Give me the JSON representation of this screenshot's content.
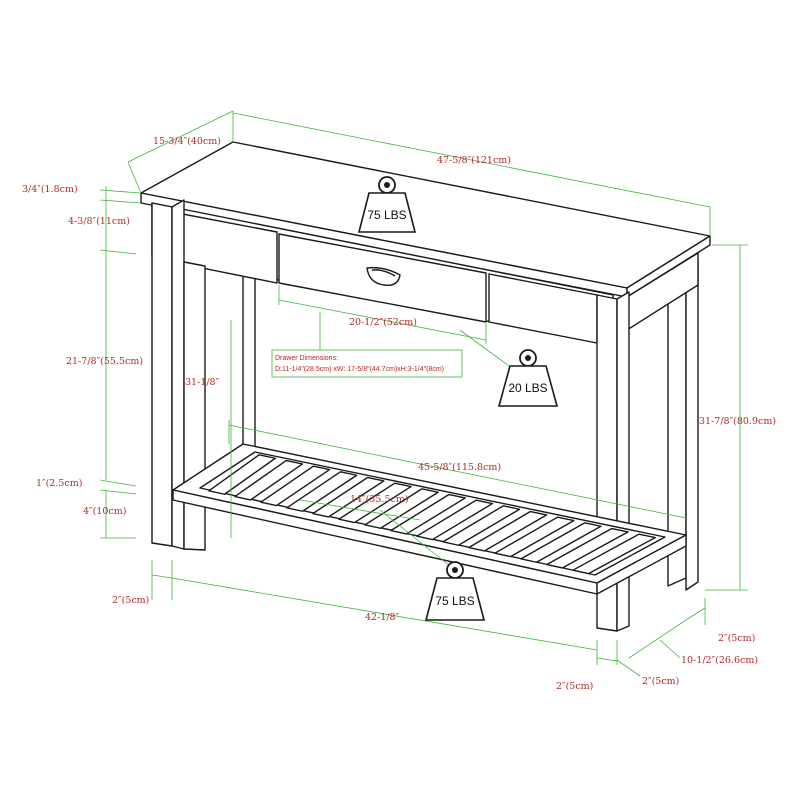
{
  "dimensions": {
    "depth_top": "15-3/4″(40cm)",
    "width_top": "47-5/8″(121cm)",
    "top_thickness": "3/4″(1.8cm)",
    "apron_height": "4-3/8″(11cm)",
    "shelf_to_apron": "21-7/8″(55.5cm)",
    "inner_height": "31-1/8″",
    "drawer_width": "20-1/2″(52cm)",
    "total_height": "31-7/8″(80.9cm)",
    "shelf_width": "45-5/8″(115.8cm)",
    "shelf_depth": "14″(35.5cm)",
    "shelf_thickness": "1″(2.5cm)",
    "shelf_clearance": "4″(10cm)",
    "leg_left": "2″(5cm)",
    "leg_span": "42-1/8″",
    "leg_front_bottom": "2″(5cm)",
    "leg_side_bottom": "2″(5cm)",
    "leg_right": "2″(5cm)",
    "leg_span_depth": "10-1/2″(26.6cm)"
  },
  "drawer_note": {
    "title": "Drawer Dimensions:",
    "text": "D:11-1/4″(28.5cm) xW: 17-5/8″(44.7cm)xH:3-1/4″(8cm)"
  },
  "weights": {
    "top": "75 LBS",
    "drawer": "20 LBS",
    "shelf": "75 LBS"
  },
  "colors": {
    "dimension_line": "#3fb53f",
    "dimension_text": "#b42828",
    "outline": "#1a1a1a"
  }
}
